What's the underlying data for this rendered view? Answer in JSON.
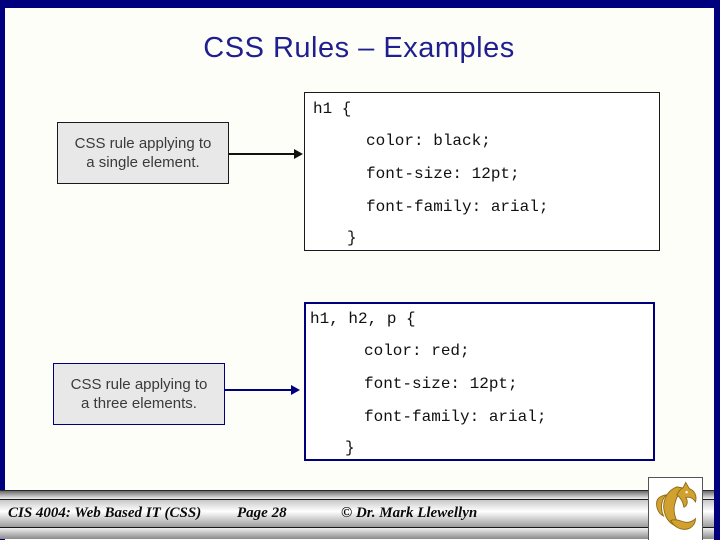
{
  "slide": {
    "title": "CSS Rules – Examples"
  },
  "callout1": {
    "line1": "CSS rule applying to",
    "line2": "a single element."
  },
  "callout2": {
    "line1": "CSS rule applying to",
    "line2": "a three elements."
  },
  "code1": {
    "lines": [
      "h1 {",
      "color: black;",
      "font-size: 12pt;",
      "font-family: arial;",
      "}"
    ]
  },
  "code2": {
    "lines": [
      "h1, h2, p {",
      "color: red;",
      "font-size: 12pt;",
      "font-family: arial;",
      "}"
    ]
  },
  "footer": {
    "course": "CIS 4004: Web Based IT (CSS)",
    "page": "Page 28",
    "copyright": "© Dr. Mark Llewellyn"
  },
  "logo": {
    "name": "UCF Pegasus logo"
  },
  "colors": {
    "frame_navy": "#00007F",
    "title_navy": "#1F1F8F",
    "callout_bg": "#E8E8E8",
    "code_black": "#111111",
    "accent_red_value": "red",
    "logo_gold": "#D2A02E"
  }
}
